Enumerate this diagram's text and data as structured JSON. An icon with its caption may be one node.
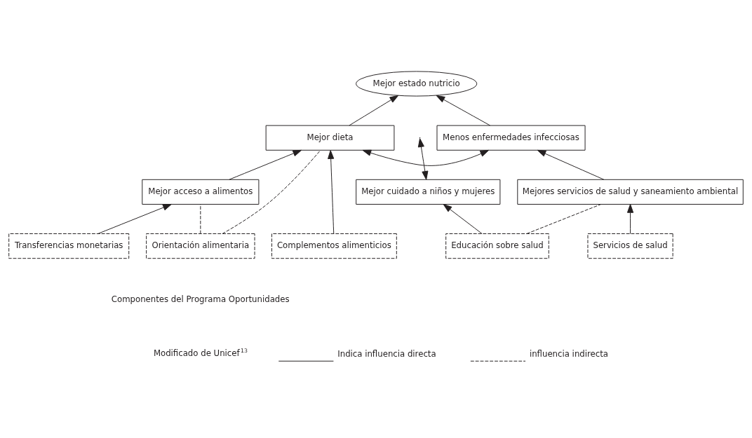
{
  "diagram": {
    "nodes": [
      {
        "text": [
          "Mejor estado nutricio"
        ]
      },
      {
        "text": [
          "Mejor dieta"
        ]
      },
      {
        "text": [
          "Menos enfermedades infecciosas"
        ]
      },
      {
        "text": [
          "Mejor acceso a alimentos"
        ]
      },
      {
        "text": [
          "Mejor cuidado a niños y mujeres"
        ]
      },
      {
        "text": [
          "Mejores servicios de salud y saneamiento ambiental"
        ]
      },
      {
        "text": [
          "Transferencias monetarias"
        ]
      },
      {
        "text": [
          "Complementos alimenticios"
        ]
      },
      {
        "text": [
          "Orientación alimentaria"
        ]
      },
      {
        "text": [
          "Educación sobre salud"
        ]
      },
      {
        "text": [
          "Servicios de salud"
        ]
      }
    ],
    "edges": [
      {
        "from": 1,
        "to": 0,
        "arrow": "to"
      },
      {
        "from": 2,
        "to": 0,
        "arrow": "to"
      },
      {
        "from": 1,
        "to": 2,
        "arrow": "both"
      },
      {
        "from": 4,
        "to": null,
        "arrow": "both"
      },
      {
        "from": 3,
        "to": 1,
        "arrow": "to"
      },
      {
        "from": 5,
        "to": 2,
        "arrow": "to"
      },
      {
        "from": 6,
        "to": 3,
        "arrow": "to"
      },
      {
        "from": 7,
        "to": 1,
        "arrow": "to"
      },
      {
        "from": 8,
        "to": 1,
        "arrow": "none",
        "style": "dashed"
      },
      {
        "from": 8,
        "to": 3,
        "arrow": "none",
        "style": "dashed"
      },
      {
        "from": 9,
        "to": 4,
        "arrow": "to"
      },
      {
        "from": 9,
        "to": 5,
        "arrow": "none",
        "style": "dashed"
      },
      {
        "from": 10,
        "to": 5,
        "arrow": "to"
      }
    ],
    "labels": [
      "Componentes del Programa Oportunidades",
      "Modificado de Unicef$^{13}$"
    ],
    "legend": [
      {
        "text": "Indica influencia directa"
      },
      {
        "text": "influencia indirecta"
      }
    ]
  }
}
